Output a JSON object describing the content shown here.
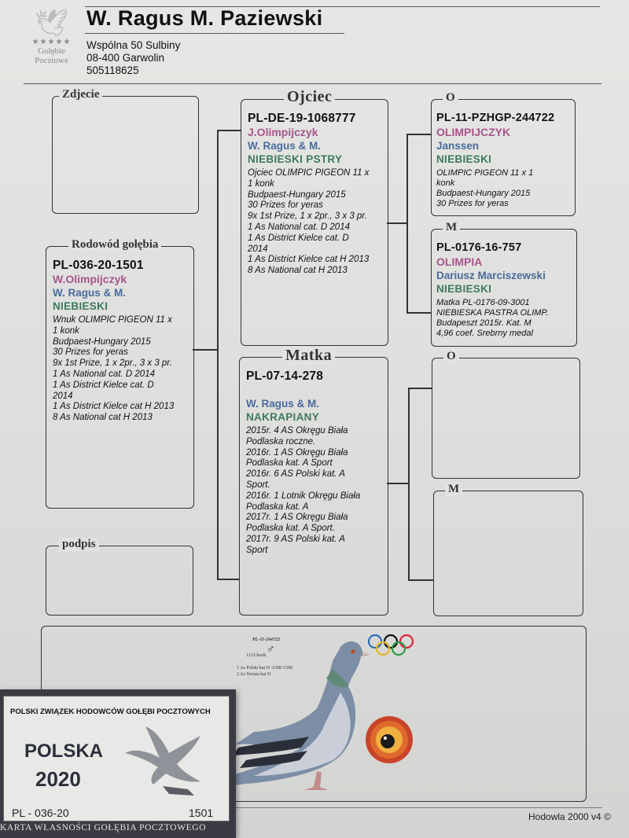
{
  "logo": {
    "stars": "★★★★★",
    "line1": "Gołębie",
    "line2": "Pocztowe"
  },
  "breeder": {
    "name": "W. Ragus M. Paziewski",
    "address": "Wspólna 50  Sulbiny",
    "city": "08-400 Garwolin",
    "phone": "505118625"
  },
  "labels": {
    "photo": "Zdjecie",
    "pedigree": "Rodowód gołębia",
    "signature": "podpis",
    "father": "Ojciec",
    "mother": "Matka",
    "grand_o": "O",
    "grand_m": "M"
  },
  "pigeon": {
    "ring": "PL-036-20-1501",
    "name": "W.Olimpijczyk",
    "owner": "W. Ragus & M.",
    "color": "NIEBIESKI",
    "desc": [
      "Wnuk OLIMPIC PIGEON 11 x",
      "1 konk",
      "Budpaest-Hungary 2015",
      "30 Prizes for yeras",
      "9x 1st Prize, 1 x 2pr., 3 x 3 pr.",
      "1 As National cat. D 2014",
      "1 As District Kielce cat. D",
      "2014",
      "1 As District Kielce cat H 2013",
      "8 As National cat H 2013"
    ]
  },
  "father": {
    "ring": "PL-DE-19-1068777",
    "name": "J.Olimpijczyk",
    "owner": "W. Ragus & M.",
    "color": "NIEBIESKI PSTRY",
    "desc": [
      "Ojciec OLIMPIC PIGEON 11 x",
      "1 konk",
      "Budpaest-Hungary 2015",
      "30 Prizes for yeras",
      "9x 1st Prize, 1 x 2pr., 3 x 3 pr.",
      "1 As National cat. D 2014",
      "1 As District Kielce cat. D",
      "2014",
      "1 As District Kielce cat H 2013",
      "8 As National cat H 2013"
    ]
  },
  "mother": {
    "ring": "PL-07-14-278",
    "owner": "W. Ragus & M.",
    "color": "NAKRAPIANY",
    "desc": [
      "2015r. 4 AS Okręgu Biała",
      "Podlaska roczne.",
      "2016r. 1 AS Okręgu Biała",
      "Podlaska kat. A Sport",
      "2016r. 6 AS Polski kat. A",
      "Sport.",
      "2016r. 1 Lotnik Okręgu Biała",
      "Podlaska kat. A",
      "2017r. 1 AS Okręgu Biała",
      "Podlaska kat. A Sport.",
      "2017r. 9 AS Polski kat. A",
      "Sport"
    ]
  },
  "ff": {
    "ring": "PL-11-PZHGP-244722",
    "name": "OLIMPIJCZYK",
    "owner": "Janssen",
    "color": "NIEBIESKI",
    "desc": [
      "OLIMPIC PIGEON 11 x 1",
      "konk",
      "Budpaest-Hungary 2015",
      "30 Prizes for yeras"
    ]
  },
  "fm": {
    "ring": "PL-0176-16-757",
    "name": "OLIMPIA",
    "owner": "Dariusz Marciszewski",
    "color": "NIEBIESKI",
    "desc": [
      "Matka PL-0176-09-3001",
      "NIEBIESKA PASTRA OLIMP.",
      "Budapeszt 2015r. Kat. M",
      "4,96 coef. Srebrny medal"
    ]
  },
  "photo_caption": {
    "ring": "PL-11-244722",
    "sex": "♂",
    "line1": "1133 konk",
    "line2": "1 As Polski kat D -GMI-1590",
    "line3": "2 As Swiata kat D"
  },
  "card": {
    "title": "POLSKI ZWIĄZEK HODOWCÓW GOŁĘBI POCZTOWYCH",
    "country": "POLSKA",
    "year": "2020",
    "ring_left": "PL - 036-20",
    "ring_right": "1501",
    "footer": "KARTA WŁASNOŚCI GOŁĘBIA POCZTOWEGO"
  },
  "footer": {
    "software": "Hodowla 2000 v4 ©"
  },
  "colors": {
    "name": "#a8548c",
    "owner": "#4a6a9c",
    "color_text": "#3e7a5c",
    "card_bg": "#3b3b44"
  }
}
